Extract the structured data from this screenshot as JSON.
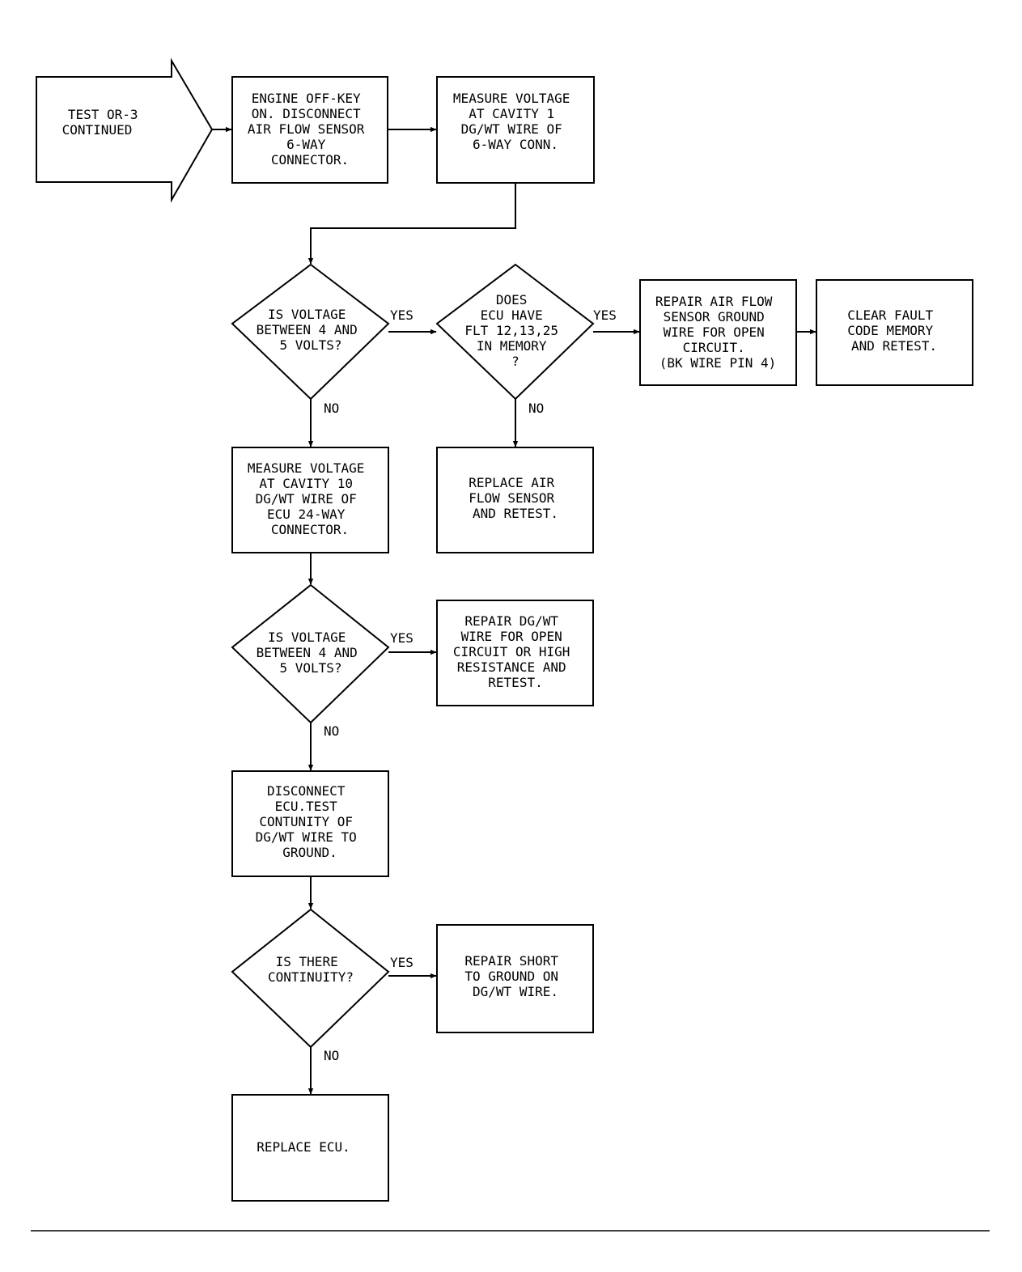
{
  "start": {
    "lines": [
      "TEST OR-3",
      "CONTINUED"
    ]
  },
  "step1": {
    "lines": [
      "ENGINE OFF-KEY",
      "ON. DISCONNECT",
      "AIR FLOW SENSOR",
      "6-WAY",
      "CONNECTOR."
    ]
  },
  "step2": {
    "lines": [
      "MEASURE VOLTAGE",
      "AT CAVITY 1",
      "DG/WT WIRE OF",
      "6-WAY CONN."
    ]
  },
  "q1": {
    "lines": [
      "IS VOLTAGE",
      "BETWEEN 4 AND",
      "5 VOLTS?"
    ],
    "yes": "YES",
    "no": "NO"
  },
  "q2": {
    "lines": [
      "DOES",
      "ECU HAVE",
      "FLT 12,13,25",
      "IN MEMORY",
      "?"
    ],
    "yes": "YES",
    "no": "NO"
  },
  "repair_ground": {
    "lines": [
      "REPAIR AIR FLOW",
      "SENSOR GROUND",
      "WIRE FOR OPEN",
      "CIRCUIT.",
      "(BK WIRE PIN 4)"
    ]
  },
  "clear_fault": {
    "lines": [
      "CLEAR FAULT",
      "CODE MEMORY",
      "AND RETEST."
    ]
  },
  "replace_sensor": {
    "lines": [
      "REPLACE AIR",
      "FLOW SENSOR",
      "AND RETEST."
    ]
  },
  "step3": {
    "lines": [
      "MEASURE VOLTAGE",
      "AT CAVITY 10",
      "DG/WT WIRE OF",
      "ECU 24-WAY",
      "CONNECTOR."
    ]
  },
  "q3": {
    "lines": [
      "IS VOLTAGE",
      "BETWEEN 4 AND",
      "5 VOLTS?"
    ],
    "yes": "YES",
    "no": "NO"
  },
  "repair_open": {
    "lines": [
      "REPAIR DG/WT",
      "WIRE FOR OPEN",
      "CIRCUIT OR HIGH",
      "RESISTANCE AND",
      "RETEST."
    ]
  },
  "step4": {
    "lines": [
      "DISCONNECT",
      "ECU.TEST",
      "CONTUNITY OF",
      "DG/WT WIRE TO",
      "GROUND."
    ]
  },
  "q4": {
    "lines": [
      "IS THERE",
      "CONTINUITY?"
    ],
    "yes": "YES",
    "no": "NO"
  },
  "repair_short": {
    "lines": [
      "REPAIR SHORT",
      "TO GROUND ON",
      "DG/WT WIRE."
    ]
  },
  "replace_ecu": {
    "lines": [
      "REPLACE ECU."
    ]
  }
}
